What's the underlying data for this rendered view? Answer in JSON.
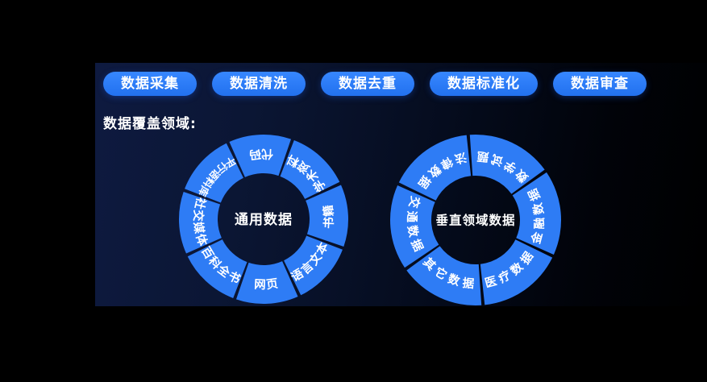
{
  "colors": {
    "background": "#000000",
    "panel_navy": "#0e1a40",
    "accent_blue": "#2b7af6",
    "segment_blue": "#2e7cf5",
    "text_white": "#ffffff"
  },
  "process_pills": [
    {
      "label": "数据采集"
    },
    {
      "label": "数据清洗"
    },
    {
      "label": "数据去重"
    },
    {
      "label": "数据标准化"
    },
    {
      "label": "数据审查"
    }
  ],
  "section_label": "数据覆盖领域:",
  "donuts": [
    {
      "name": "general-data",
      "center_label": "通用数据",
      "segments": [
        "代码",
        "学术资料",
        "书籍",
        "语言文本",
        "网页",
        "百科全书",
        "社交媒体",
        "平行语料库"
      ]
    },
    {
      "name": "vertical-domain-data",
      "center_label": "垂直领域数据",
      "segments": [
        "数学试题",
        "金融数据",
        "医疗数据",
        "其它数据",
        "交通数据",
        "法律数据"
      ]
    }
  ]
}
